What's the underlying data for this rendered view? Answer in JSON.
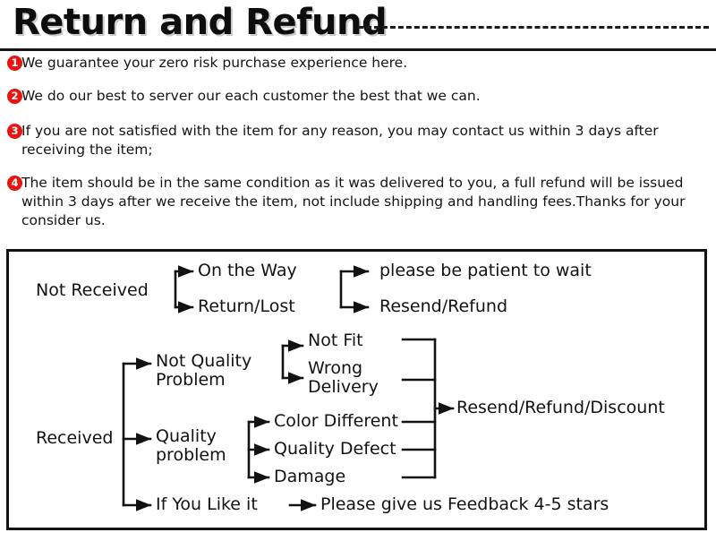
{
  "header": {
    "title": "Return and Refund",
    "dashed_rule": "dashed-line",
    "solid_rule": "solid-line"
  },
  "policy": {
    "items": [
      {
        "num": "1",
        "text": "We guarantee your zero risk purchase experience here."
      },
      {
        "num": "2",
        "text": "We do our best to server our each customer the best that we can."
      },
      {
        "num": "3",
        "text": "If you are not satisfied with the item for any reason, you may contact us within 3 days after receiving the item;"
      },
      {
        "num": "4",
        "text": "The item should be in the same condition as it was delivered to you, a full refund will be issued within 3 days after we receive the item, not include shipping and handling fees.Thanks for your consider us."
      }
    ]
  },
  "flowchart": {
    "nodes": {
      "not_received": "Not Received",
      "on_the_way": "On the Way",
      "return_lost": "Return/Lost",
      "please_wait": "please be patient to wait",
      "resend_refund": "Resend/Refund",
      "received": "Received",
      "not_quality_problem": "Not Quality Problem",
      "quality_problem": "Quality problem",
      "if_you_like_it": "If You Like it",
      "not_fit": "Not Fit",
      "wrong_delivery": "Wrong Delivery",
      "color_different": "Color Different",
      "quality_defect": "Quality Defect",
      "damage": "Damage",
      "resend_refund_discount": "Resend/Refund/Discount",
      "feedback": "Please give us Feedback 4-5 stars"
    }
  },
  "colors": {
    "bullet_red": "#e8140f",
    "ink": "#121212",
    "title_shadow": "#c9c9c9",
    "background": "#ffffff"
  }
}
